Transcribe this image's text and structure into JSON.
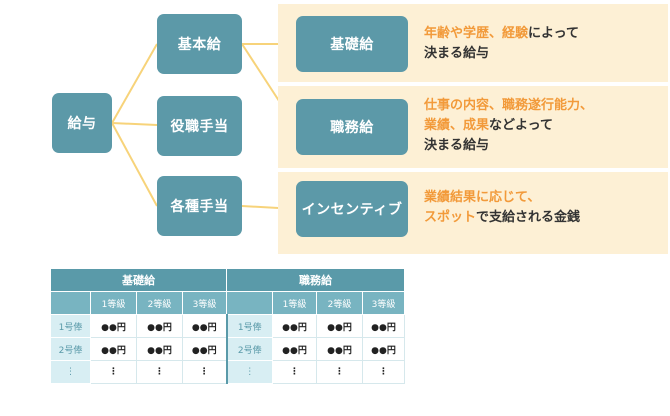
{
  "diagram": {
    "root": "給与",
    "branches": [
      {
        "label": "基本給",
        "detail": "基礎給",
        "desc": [
          [
            {
              "t": "年齢や学歴、経験",
              "hl": true
            },
            {
              "t": "によって",
              "hl": false
            }
          ],
          [
            {
              "t": "決まる給与",
              "hl": false
            }
          ]
        ]
      },
      {
        "label": "役職手当",
        "detail": "職務給",
        "desc": [
          [
            {
              "t": "仕事の内容、職務遂行能力、",
              "hl": true
            }
          ],
          [
            {
              "t": "業績、成果",
              "hl": true
            },
            {
              "t": "などよって",
              "hl": false
            }
          ],
          [
            {
              "t": "決まる給与",
              "hl": false
            }
          ]
        ]
      },
      {
        "label": "各種手当",
        "detail": "インセンティブ",
        "desc": [
          [
            {
              "t": "業績結果に応じて、",
              "hl": true
            }
          ],
          [
            {
              "t": "スポット",
              "hl": true
            },
            {
              "t": "で支給される金銭",
              "hl": false
            }
          ]
        ]
      }
    ],
    "colors": {
      "box": "#5c99a8",
      "note_bg": "#fdf0d5",
      "line": "#f7d37a",
      "highlight": "#f29a3a"
    }
  },
  "salary_table": {
    "groups": [
      "基礎給",
      "職務給"
    ],
    "grades": [
      "1等級",
      "2等級",
      "3等級"
    ],
    "rows": [
      {
        "label": "1号俸",
        "cells": [
          "●●円",
          "●●円",
          "●●円",
          "●●円",
          "●●円",
          "●●円"
        ]
      },
      {
        "label": "2号俸",
        "cells": [
          "●●円",
          "●●円",
          "●●円",
          "●●円",
          "●●円",
          "●●円"
        ]
      },
      {
        "label": "⋮",
        "cells": [
          "⋮",
          "⋮",
          "⋮",
          "⋮",
          "⋮",
          "⋮"
        ]
      }
    ],
    "colors": {
      "header": "#5a9aa9",
      "subheader": "#78b4c1",
      "rowhead": "#d8eef3"
    }
  }
}
